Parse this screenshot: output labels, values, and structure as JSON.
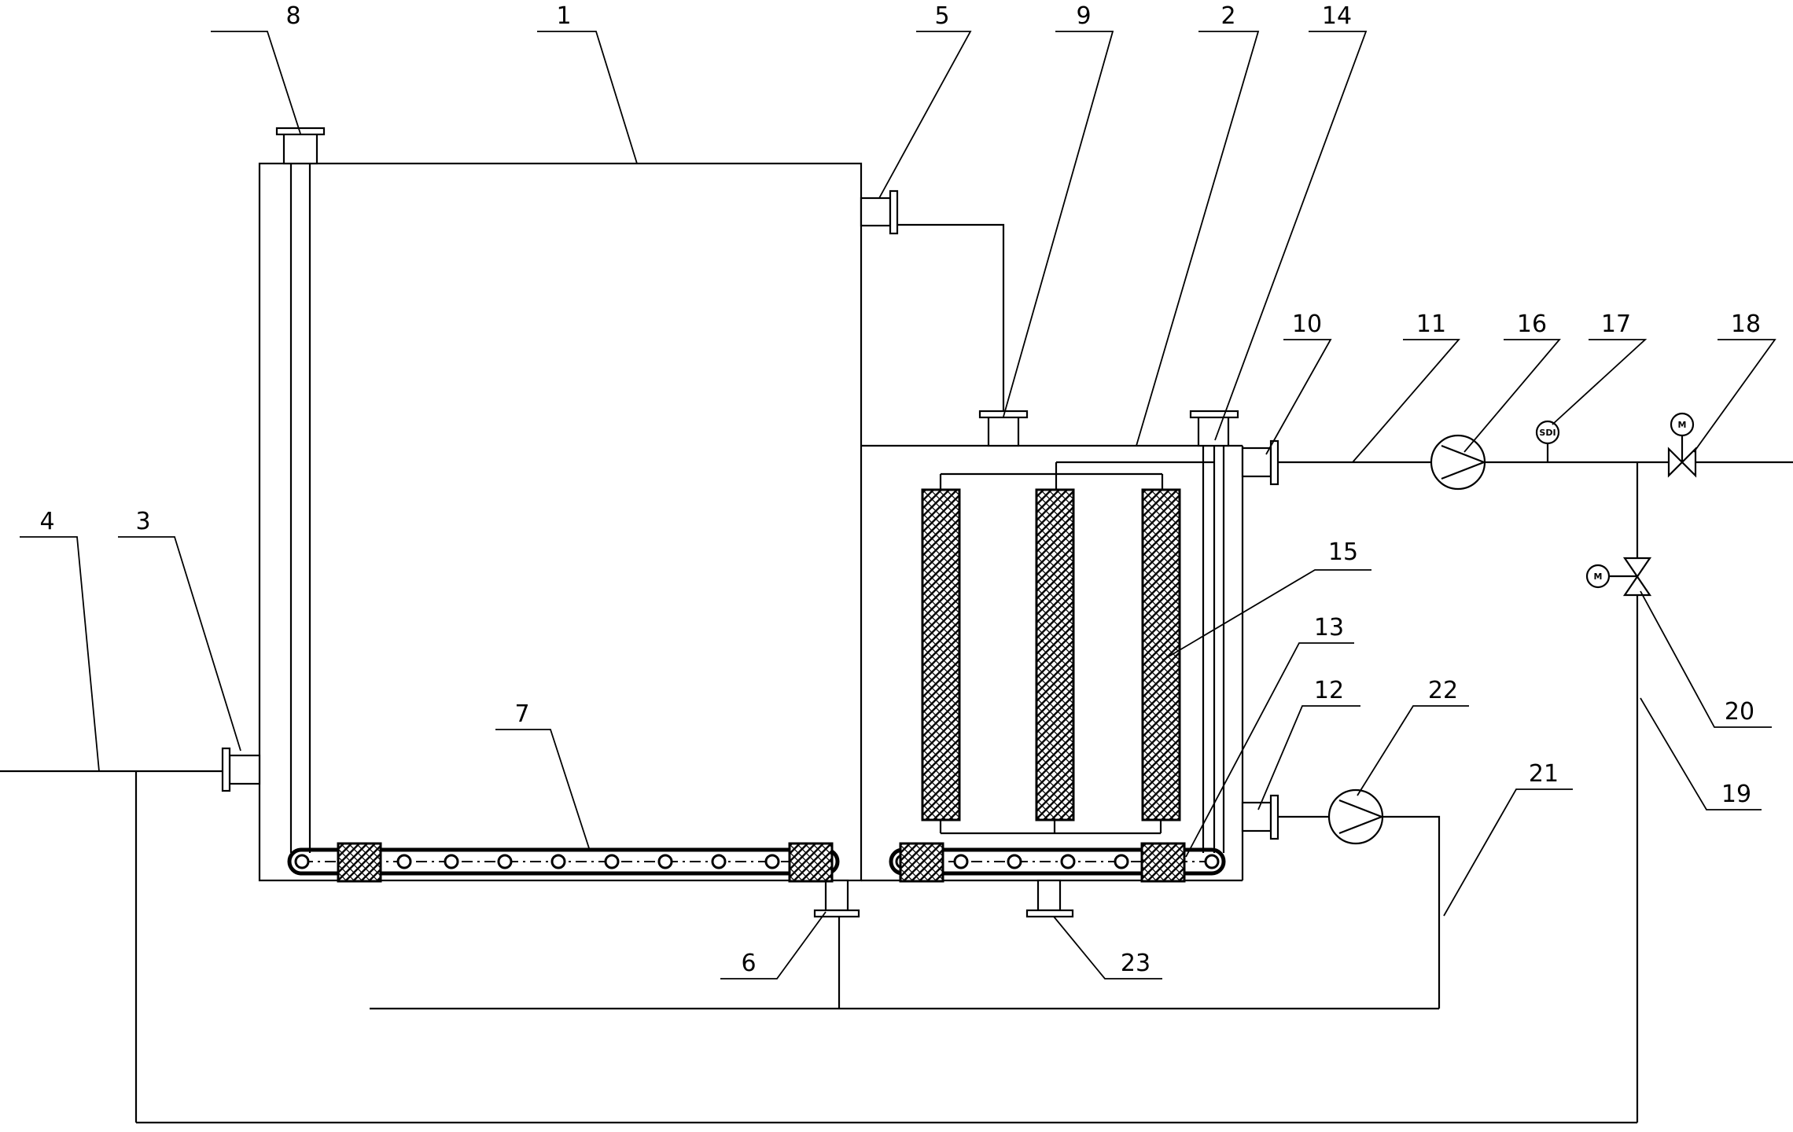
{
  "labels": [
    "1",
    "2",
    "3",
    "4",
    "5",
    "6",
    "7",
    "8",
    "9",
    "10",
    "11",
    "12",
    "13",
    "14",
    "15",
    "16",
    "17",
    "18",
    "19",
    "20",
    "21",
    "22",
    "23"
  ],
  "instruments": {
    "sdi_meter": "SDI",
    "motor_valve_top": "M",
    "motor_valve_side": "M"
  }
}
